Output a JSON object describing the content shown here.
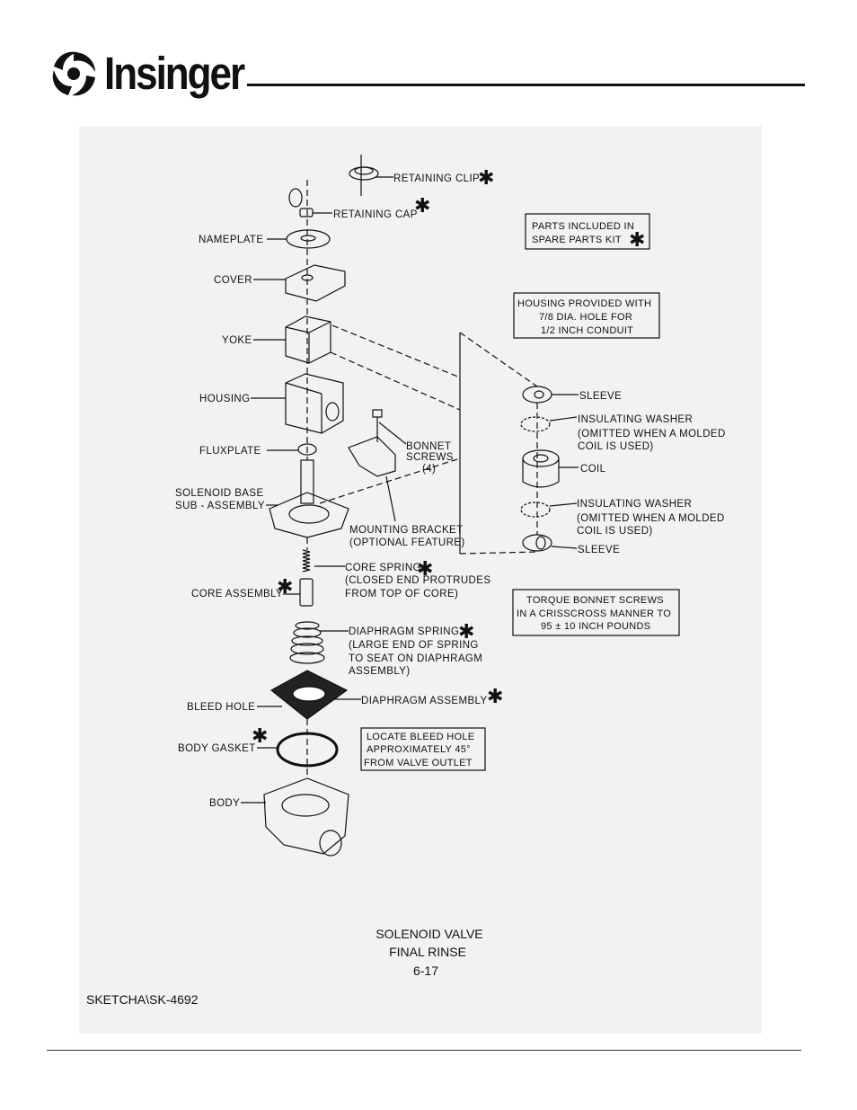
{
  "header": {
    "brand": "Insinger"
  },
  "parts": {
    "retaining_clip": "RETAINING CLIP",
    "retaining_cap": "RETAINING CAP",
    "nameplate": "NAMEPLATE",
    "cover": "COVER",
    "yoke": "YOKE",
    "housing": "HOUSING",
    "fluxplate": "FLUXPLATE",
    "solenoid_base_1": "SOLENOID BASE",
    "solenoid_base_2": "SUB - ASSEMBLY",
    "bonnet_screws_1": "BONNET",
    "bonnet_screws_2": "SCREWS",
    "bonnet_screws_3": "(4)",
    "mounting_bracket_1": "MOUNTING BRACKET",
    "mounting_bracket_2": "(OPTIONAL FEATURE)",
    "core_spring_1": "CORE SPRING",
    "core_spring_2": "(CLOSED END PROTRUDES",
    "core_spring_3": "FROM TOP OF CORE)",
    "core_assembly": "CORE ASSEMBLY",
    "diaphragm_spring_1": "DIAPHRAGM SPRING",
    "diaphragm_spring_2": "(LARGE END OF SPRING",
    "diaphragm_spring_3": "TO SEAT ON DIAPHRAGM",
    "diaphragm_spring_4": "ASSEMBLY)",
    "bleed_hole": "BLEED HOLE",
    "diaphragm_assembly": "DIAPHRAGM ASSEMBLY",
    "body_gasket": "BODY GASKET",
    "body": "BODY",
    "sleeve_top": "SLEEVE",
    "insulating_washer_top_1": "INSULATING WASHER",
    "insulating_washer_top_2": "(OMITTED WHEN A MOLDED",
    "insulating_washer_top_3": "COIL IS USED)",
    "coil": "COIL",
    "insulating_washer_bottom_1": "INSULATING WASHER",
    "insulating_washer_bottom_2": "(OMITTED WHEN A MOLDED",
    "insulating_washer_bottom_3": "COIL IS USED)",
    "sleeve_bottom": "SLEEVE"
  },
  "notes": {
    "spare_parts_1": "PARTS INCLUDED IN",
    "spare_parts_2": "SPARE PARTS KIT",
    "housing_hole_1": "HOUSING PROVIDED WITH",
    "housing_hole_2": "7/8 DIA. HOLE FOR",
    "housing_hole_3": "1/2 INCH CONDUIT",
    "torque_1": "TORQUE BONNET SCREWS",
    "torque_2": "IN A CRISSCROSS MANNER TO",
    "torque_3": "95 ± 10 INCH POUNDS",
    "bleed_note_1": "LOCATE BLEED HOLE",
    "bleed_note_2": "APPROXIMATELY 45°",
    "bleed_note_3": "FROM VALVE OUTLET"
  },
  "caption": {
    "line1": "SOLENOID VALVE",
    "line2": "FINAL RINSE",
    "line3": "6-17"
  },
  "sketch_ref": "SKETCHA\\SK-4692",
  "marker": "✱"
}
